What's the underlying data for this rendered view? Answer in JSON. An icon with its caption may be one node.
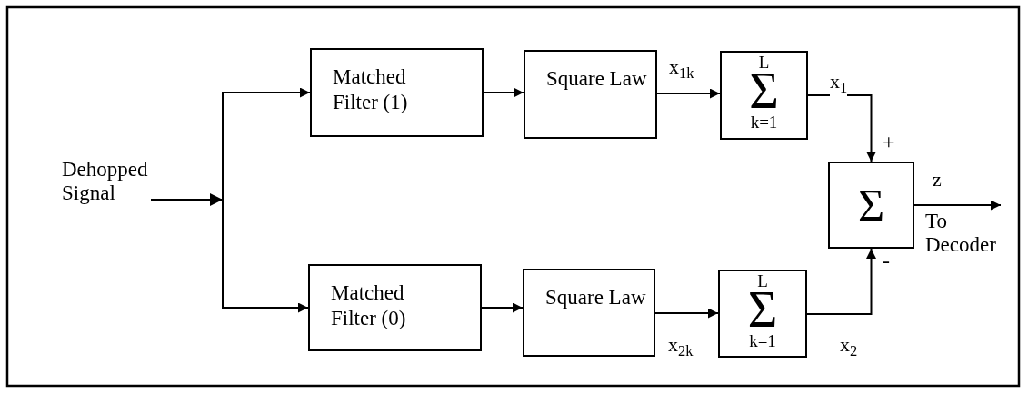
{
  "diagram": {
    "nodes": [
      {
        "text": [
          "Dehopped Signal"
        ]
      },
      {
        "text": [
          "Matched Filter (1)"
        ]
      },
      {
        "text": [
          "Square Law"
        ]
      },
      {
        "text": [
          "L",
          "Σ",
          "k=1"
        ]
      },
      {
        "text": [
          "Matched Filter (0)"
        ]
      },
      {
        "text": [
          "Square Law"
        ]
      },
      {
        "text": [
          "L",
          "Σ",
          "k=1"
        ]
      },
      {
        "text": [
          "Σ"
        ]
      },
      {
        "text": [
          "To Decoder"
        ]
      }
    ],
    "edges": [
      {
        "from": 0,
        "to": 1,
        "arrow": "to"
      },
      {
        "from": 0,
        "to": 4,
        "arrow": "to"
      },
      {
        "from": 1,
        "to": 2,
        "arrow": "to"
      },
      {
        "from": 4,
        "to": 5,
        "arrow": "to"
      },
      {
        "from": 2,
        "to": 3,
        "arrow": "to",
        "label": "x$_{1k}$"
      },
      {
        "from": 5,
        "to": 6,
        "arrow": "to",
        "label": "x$_{2k}$"
      },
      {
        "from": 3,
        "to": 7,
        "arrow": "to",
        "label": "x$_{1}$"
      },
      {
        "from": 6,
        "to": 7,
        "arrow": "to",
        "label": "x$_{2}$"
      },
      {
        "from": 7,
        "to": 8,
        "arrow": "to",
        "label": "z"
      }
    ],
    "labels": [
      "+",
      "-"
    ]
  }
}
